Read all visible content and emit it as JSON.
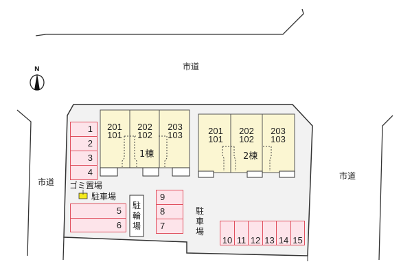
{
  "map": {
    "compass": {
      "label": "N"
    },
    "roads": {
      "north": "市道",
      "west": "市道",
      "east": "市道"
    },
    "colors": {
      "lot_fill": "#f2f2f2",
      "building_fill": "#fbf6d2",
      "parking_fill": "#fde4ea",
      "parking_border": "#e0505e",
      "garbage_fill": "#f4ea1c"
    },
    "buildings": [
      {
        "name": "1棟",
        "units": [
          {
            "upper": "201",
            "lower": "101"
          },
          {
            "upper": "202",
            "lower": "102"
          },
          {
            "upper": "203",
            "lower": "103"
          }
        ]
      },
      {
        "name": "2棟",
        "units": [
          {
            "upper": "201",
            "lower": "101"
          },
          {
            "upper": "202",
            "lower": "102"
          },
          {
            "upper": "203",
            "lower": "103"
          }
        ]
      }
    ],
    "parking_slots": [
      "1",
      "2",
      "3",
      "4",
      "5",
      "6",
      "7",
      "8",
      "9",
      "10",
      "11",
      "12",
      "13",
      "14",
      "15"
    ],
    "labels": {
      "garbage": "ゴミ置場",
      "parking_small": "駐車場",
      "bicycle_parking": [
        "駐",
        "輪",
        "場"
      ],
      "parking_vertical": [
        "駐",
        "車",
        "場"
      ]
    }
  }
}
